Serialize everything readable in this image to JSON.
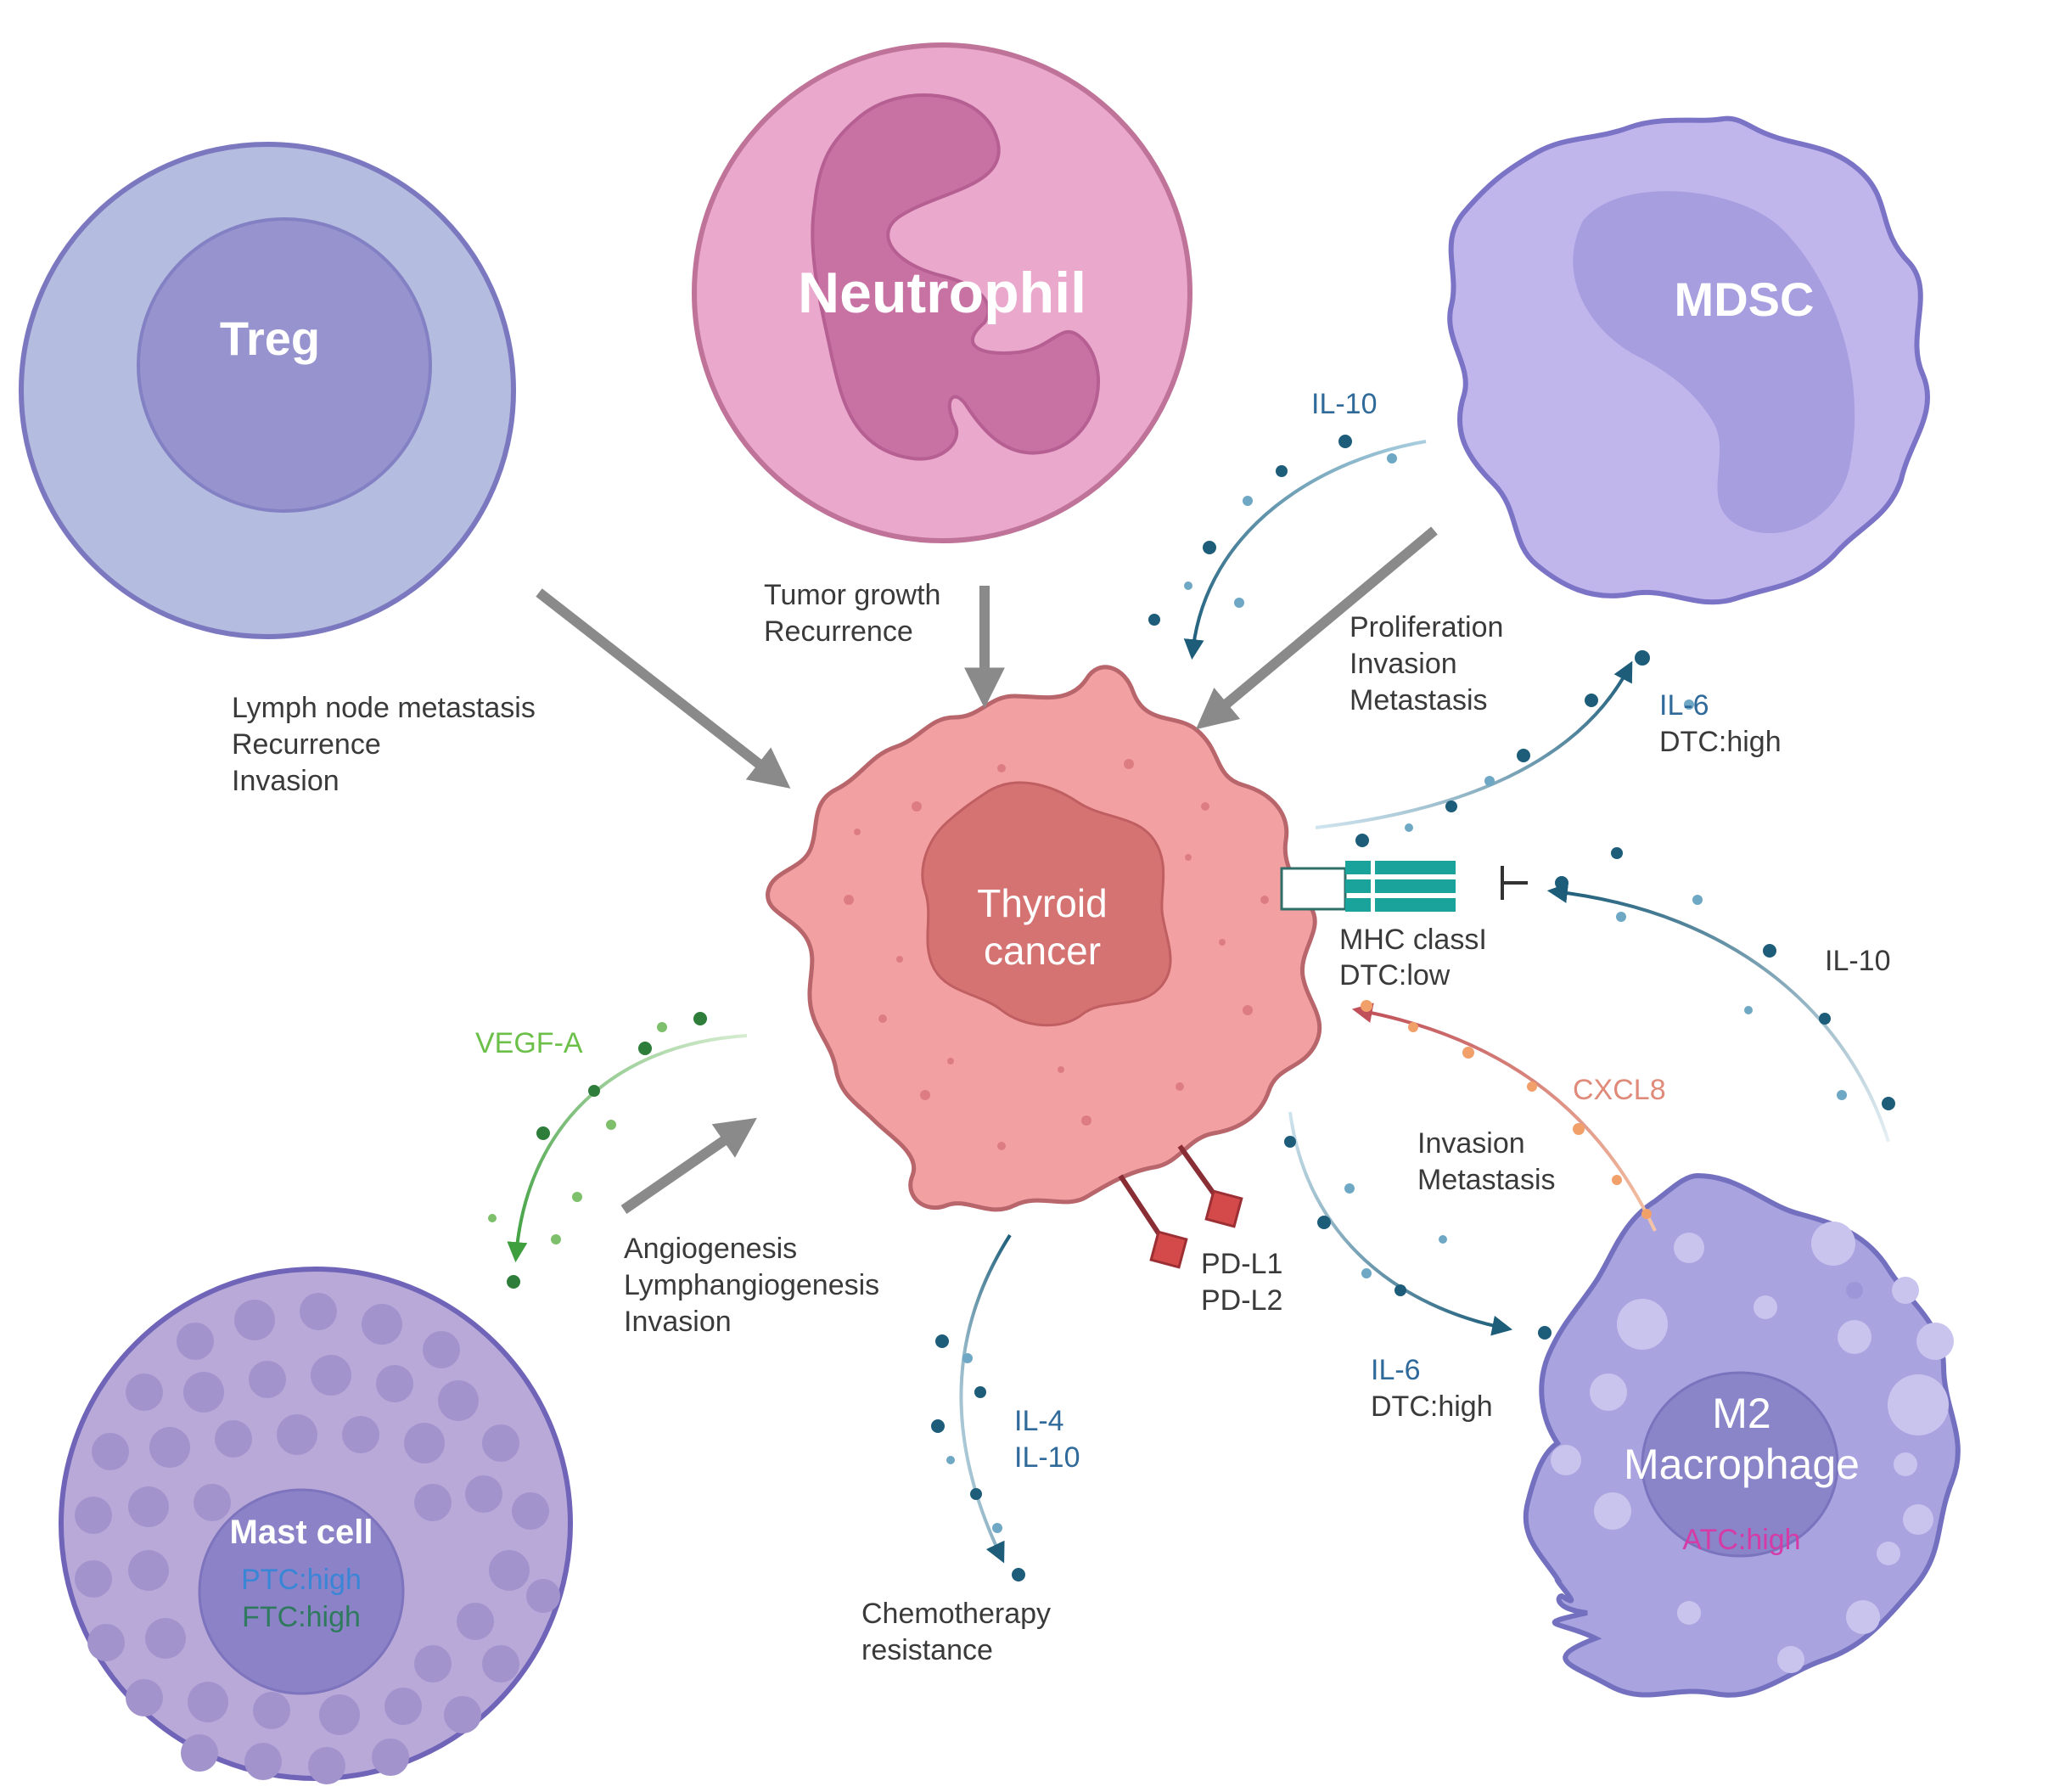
{
  "cells": {
    "treg": "Treg",
    "neutrophil": "Neutrophil",
    "mdsc": "MDSC",
    "thyroid_line1": "Thyroid",
    "thyroid_line2": "cancer",
    "mast": "Mast cell",
    "mast_ptc": "PTC:high",
    "mast_ftc": "FTC:high",
    "m2_line1": "M2",
    "m2_line2": "Macrophage",
    "m2_atc": "ATC:high"
  },
  "effects": {
    "treg": [
      "Lymph node metastasis",
      "Recurrence",
      "Invasion"
    ],
    "neutrophil": [
      "Tumor growth",
      "Recurrence"
    ],
    "mdsc": [
      "Proliferation",
      "Invasion",
      "Metastasis"
    ],
    "mast": [
      "Angiogenesis",
      "Lymphangiogenesis",
      "Invasion"
    ],
    "m2": [
      "Invasion",
      "Metastasis"
    ],
    "chemo": [
      "Chemotherapy",
      "resistance"
    ]
  },
  "cytokines": {
    "mdsc_il10": "IL-10",
    "mdsc_il6": "IL-6",
    "mdsc_il6_level": "DTC:high",
    "vegf": "VEGF-A",
    "il4": "IL-4",
    "il10_chemo": "IL-10",
    "m2_il6": "IL-6",
    "m2_il6_level": "DTC:high",
    "cxcl8": "CXCL8",
    "m2_il10": "IL-10"
  },
  "molecules": {
    "mhc": "MHC classI",
    "mhc_level": "DTC:low",
    "pdl1": "PD-L1",
    "pdl2": "PD-L2"
  },
  "colors": {
    "treg": "#b4bce0",
    "neutrophil": "#e9a8cc",
    "mdsc": "#c1b6ec",
    "thyroid": "#f3a0a3",
    "mast": "#b9a9d8",
    "m2": "#a9a3df",
    "arrow_gray": "#8a8a8a",
    "cytokine_dark": "#1d5d7a",
    "vegf_green": "#3f9f3f",
    "cxcl8_orange": "#f1a06a"
  }
}
